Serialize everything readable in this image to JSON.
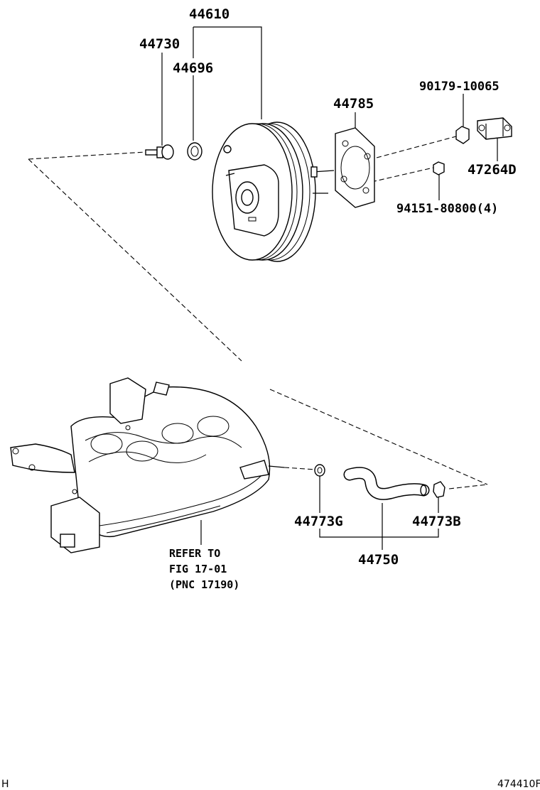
{
  "labels": {
    "p44610": "44610",
    "p44730": "44730",
    "p44696": "44696",
    "p44785": "44785",
    "p90179": "90179-10065",
    "p47264": "47264D",
    "p94151": "94151-80800(4)",
    "p44773g": "44773G",
    "p44773b": "44773B",
    "p44750": "44750"
  },
  "refer": {
    "line1": "REFER TO",
    "line2": "FIG 17-01",
    "line3": "(PNC 17190)"
  },
  "footer": {
    "left": "H",
    "right": "474410F"
  }
}
